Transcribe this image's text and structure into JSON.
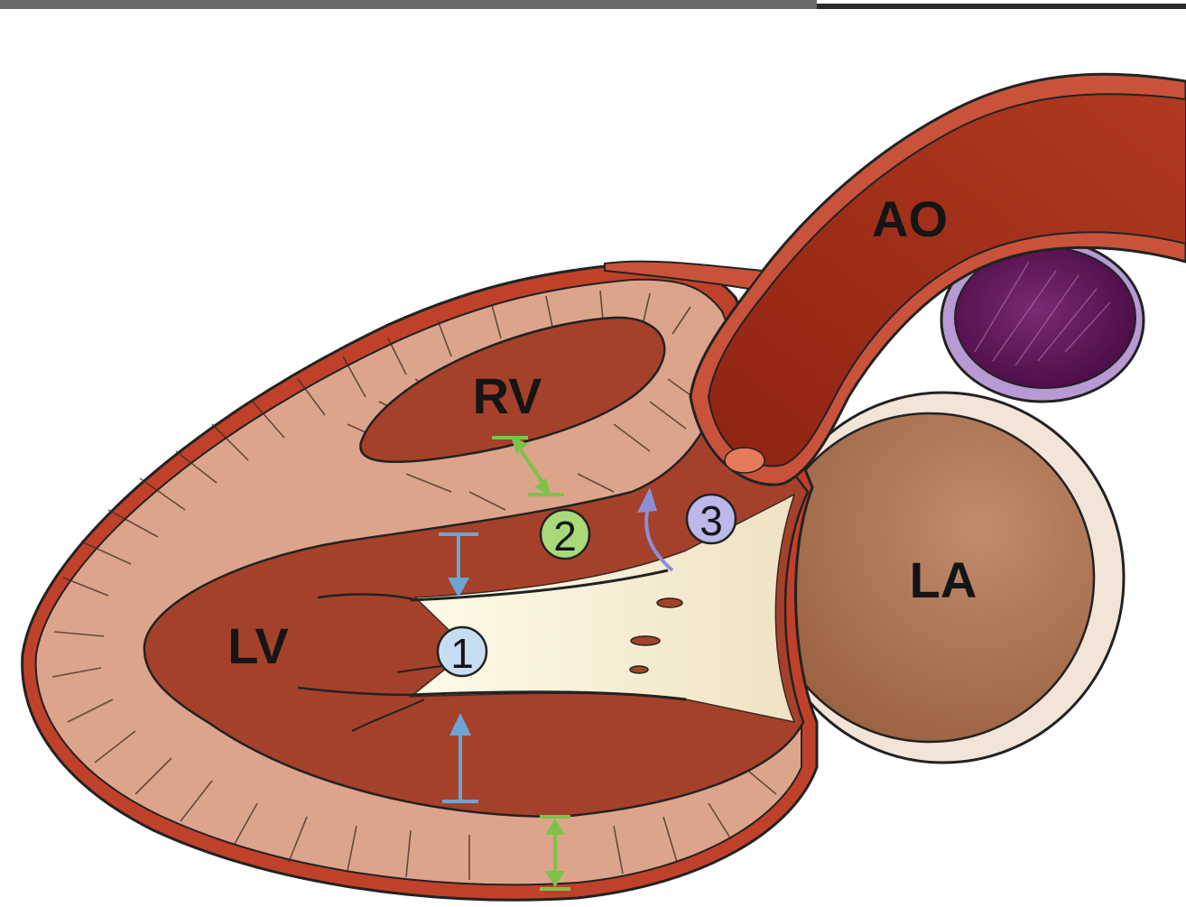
{
  "labels": {
    "ao": "AO",
    "rv": "RV",
    "lv": "LV",
    "la": "LA"
  },
  "markers": {
    "m1": "1",
    "m2": "2",
    "m3": "3"
  },
  "colors": {
    "myocardium": "#d9a48a",
    "chamber": "#a5412a",
    "aorta": "#a52817",
    "pulmonary": "#5a1654",
    "atrium": "#a9735a",
    "blue_arrow": "#6ca5d3",
    "green_arrow": "#7ec24a",
    "purple_arrow": "#8d8fd6"
  }
}
